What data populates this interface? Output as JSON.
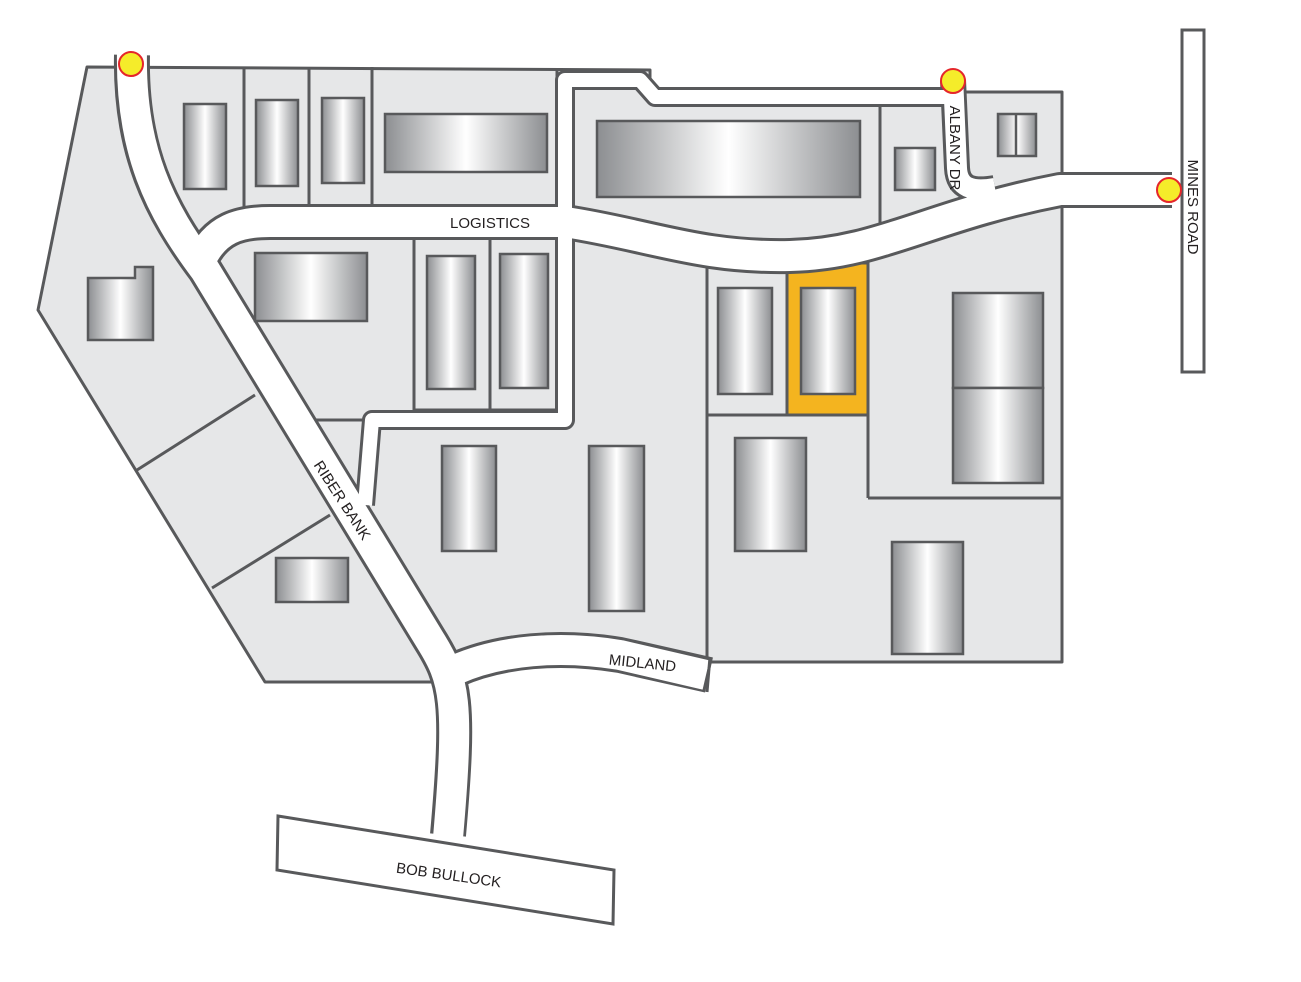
{
  "map": {
    "streets": {
      "logistics": "LOGISTICS",
      "albany_dr": "ALBANY DR",
      "mines_road": "MINES ROAD",
      "riber_bank": "RIBER BANK",
      "midland": "MIDLAND",
      "bob_bullock": "BOB BULLOCK"
    },
    "colors": {
      "parcel": "#e6e7e8",
      "outline": "#58595b",
      "highlight": "#f4b41f",
      "marker_fill": "#f5ec2a",
      "marker_stroke": "#e5262b"
    },
    "markers": [
      "entrance-marker-north-west",
      "entrance-marker-albany",
      "entrance-marker-mines-road"
    ]
  }
}
